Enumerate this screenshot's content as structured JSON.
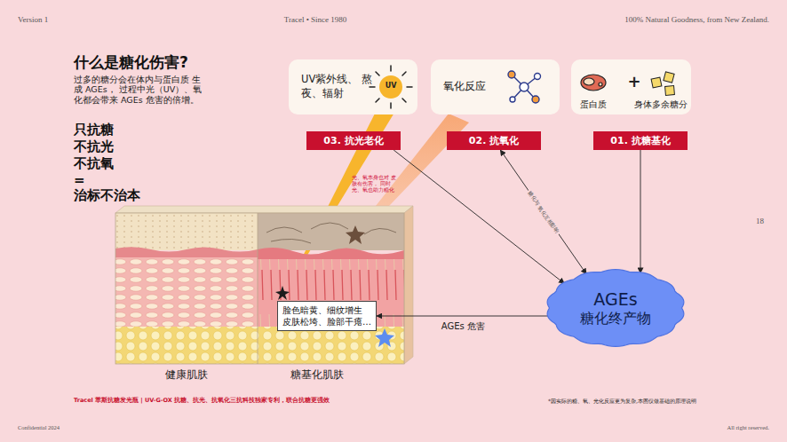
{
  "diagram": {
    "title": "什么是糖化伤害?",
    "nodes": [
      {
        "text": [
          "UV紫外线、 熬夜、辐射"
        ]
      },
      {
        "text": [
          "氧化反应"
        ]
      },
      {
        "text": [
          "蛋白质",
          "+",
          "身体多余糖分"
        ]
      },
      {
        "text": [
          "03. 抗光老化"
        ]
      },
      {
        "text": [
          "02. 抗氧化"
        ]
      },
      {
        "text": [
          "01. 抗糖基化"
        ]
      },
      {
        "text": [
          "AGEs",
          "糖化终产物"
        ]
      },
      {
        "text": [
          "脸色暗黄、细纹增生 皮肤松垮、脸部干瘪…"
        ]
      }
    ],
    "edges": [
      {
        "from": 3,
        "to": 6,
        "arrow": "to"
      },
      {
        "from": 4,
        "to": 6,
        "arrow": "both",
        "label": "糖化与 氧化互相影响"
      },
      {
        "from": 5,
        "to": 6,
        "arrow": "to"
      },
      {
        "from": 6,
        "to": 7,
        "arrow": "to",
        "label": "AGEs 危害"
      }
    ],
    "labels": [
      "Version 1",
      "Tracel • Since 1980",
      "100% Natural Goodness, from New Zealand.",
      "过多的糖分会在体内与蛋白质 生成 AGEs， 过程中光（UV）、氧化都会带来 AGEs 危害的倍增。",
      "只抗糖",
      "不抗光",
      "不抗氧",
      "=",
      "治标不治本",
      "UV",
      "光、氧本身也对 皮肤有伤害， 同时光、氧也助力糖化",
      "18",
      "健康肌肤",
      "糖基化肌肤",
      "Tracel 萃斯抗糖发光瓶 | UV-G-OX 抗糖、抗光、抗氧化三抗科技独家专利，联合抗糖更强效",
      "*因实际的糖、氧、光化反应更为复杂,本图仅做基础的原理说明",
      "Confidential 2024",
      "All right reserved."
    ]
  }
}
